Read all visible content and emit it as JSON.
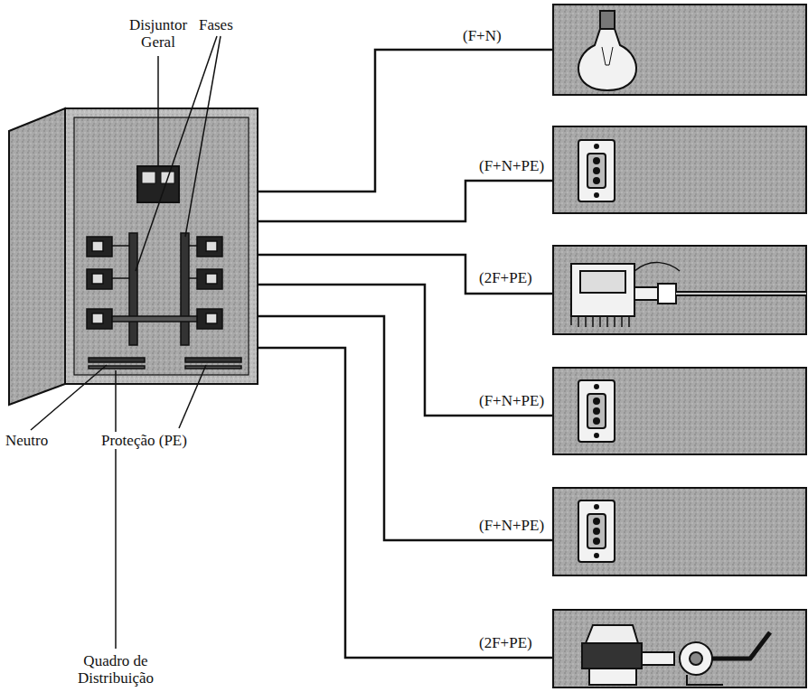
{
  "diagram": {
    "labels": [
      "Disjuntor Geral",
      "Fases",
      "Neutro",
      "Proteção (PE)",
      "Quadro de Distribuição",
      "(F+N)",
      "(F+N+PE)",
      "(2F+PE)",
      "(F+N+PE)",
      "(F+N+PE)",
      "(2F+PE)"
    ]
  }
}
